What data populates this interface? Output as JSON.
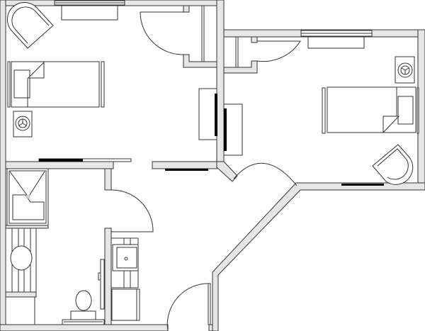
{
  "plan": {
    "colors": {
      "wall_fill": "#e6e6e6",
      "line": "#333333",
      "sliding_track": "#000000",
      "background": "#ffffff"
    },
    "rooms": [
      "bedroom-left",
      "bedroom-right",
      "bathroom",
      "entry"
    ]
  }
}
